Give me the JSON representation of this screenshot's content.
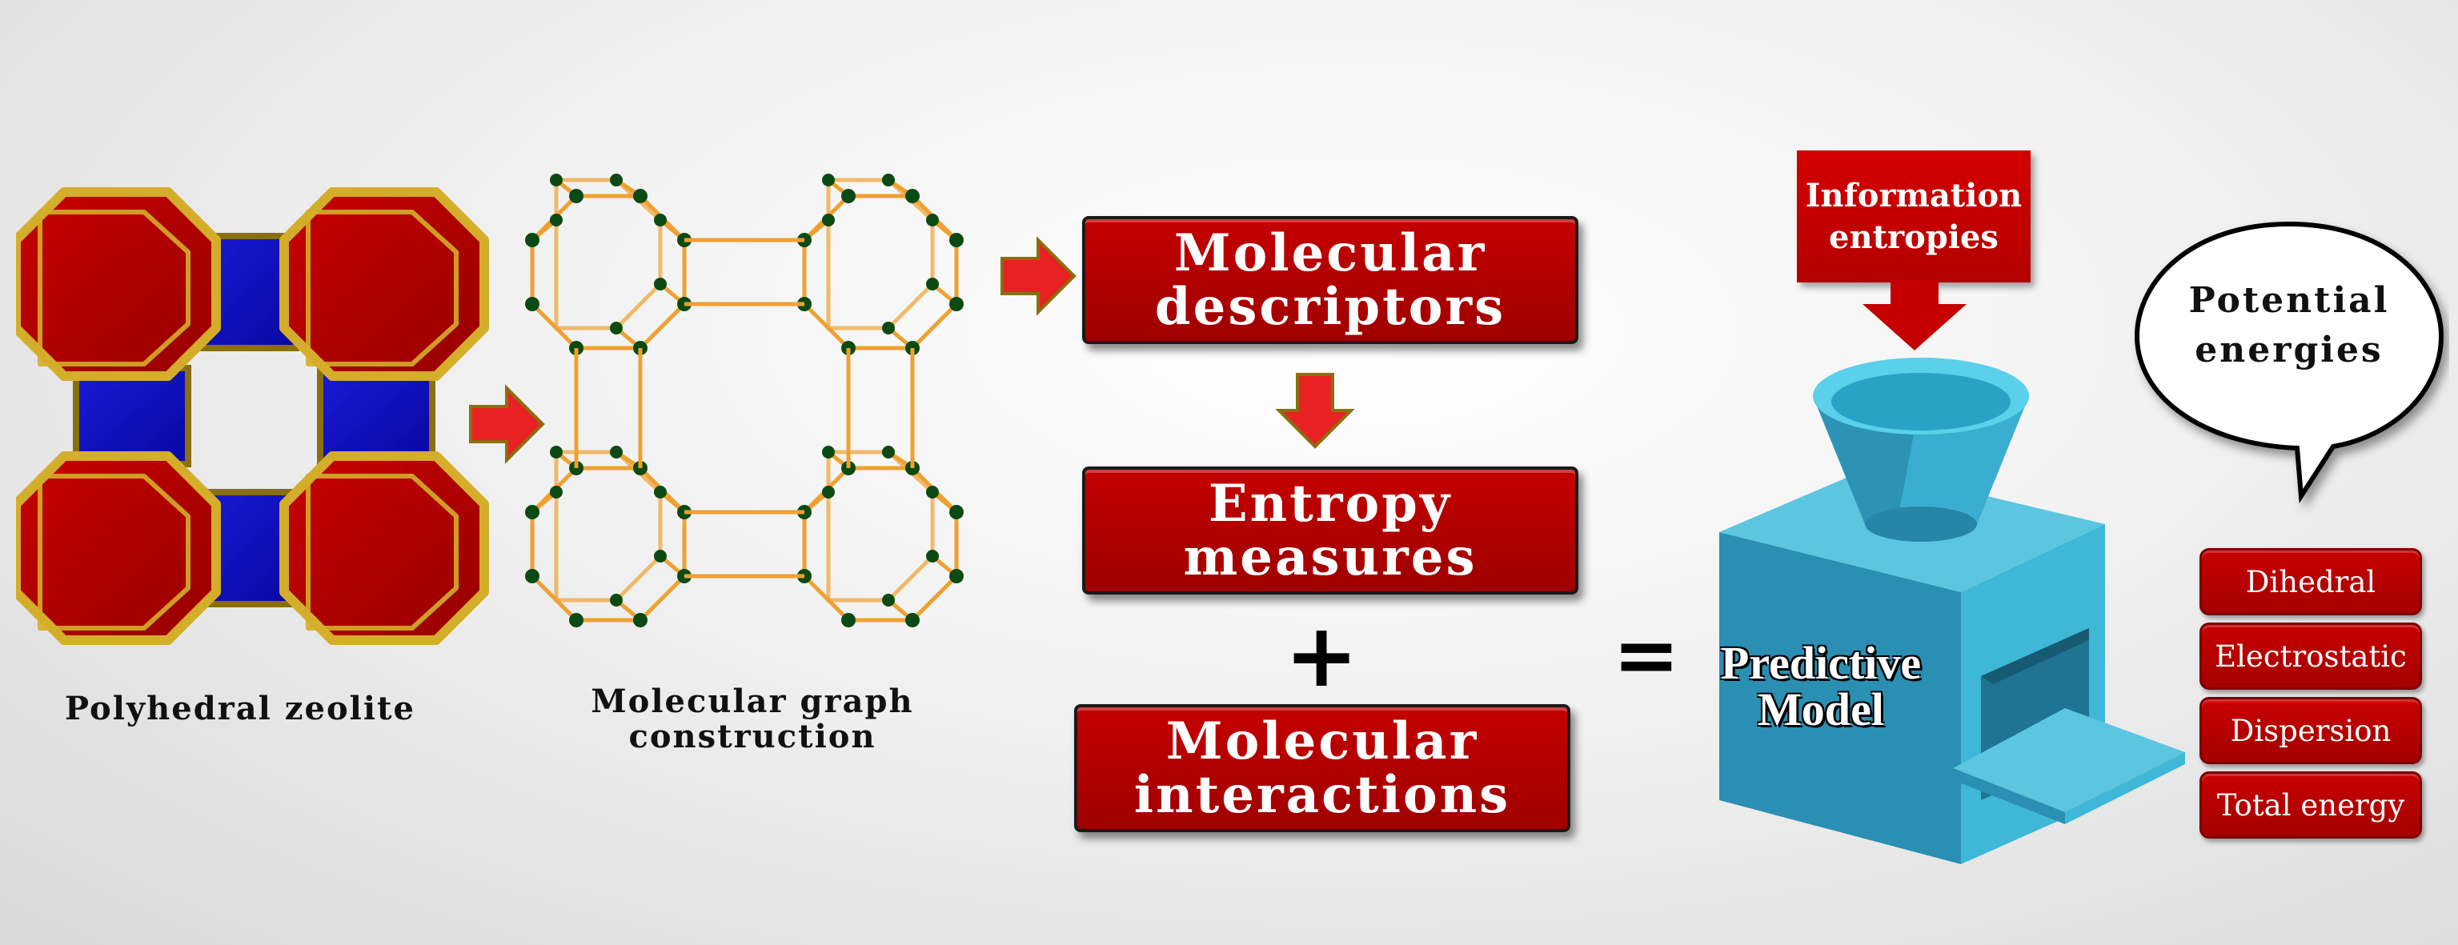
{
  "zeolite": {
    "caption": "Polyhedral zeolite"
  },
  "graph": {
    "caption_line1": "Molecular graph",
    "caption_line2": "construction"
  },
  "flow": {
    "descriptors": {
      "line1": "Molecular",
      "line2": "descriptors"
    },
    "entropy": {
      "line1": "Entropy",
      "line2": "measures"
    },
    "plus": "+",
    "interactions": {
      "line1": "Molecular",
      "line2": "interactions"
    },
    "equals": "="
  },
  "model": {
    "info": {
      "line1": "Information",
      "line2": "entropies"
    },
    "label_line1": "Predictive",
    "label_line2": "Model"
  },
  "bubble": {
    "line1": "Potential",
    "line2": "energies"
  },
  "energies": [
    "Dihedral",
    "Electrostatic",
    "Dispersion",
    "Total energy"
  ],
  "colors": {
    "accent_red": "#b30000",
    "zeolite_blue": "#1010c0",
    "frame_gold": "#c9a227",
    "model_cyan": "#3fb7d6",
    "node_green": "#0b4a12"
  }
}
